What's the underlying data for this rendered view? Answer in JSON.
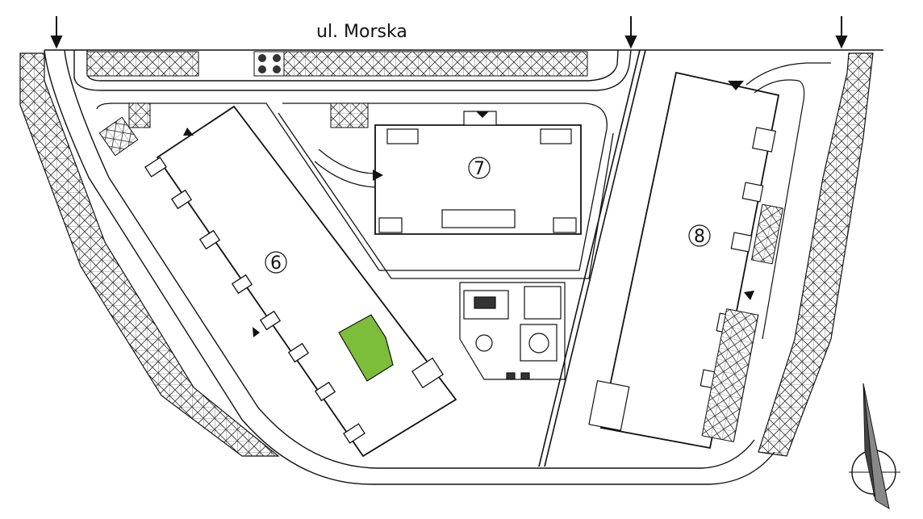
{
  "street": {
    "name": "ul. Morska"
  },
  "buildings": [
    {
      "id": "6",
      "label": "6"
    },
    {
      "id": "7",
      "label": "7"
    },
    {
      "id": "8",
      "label": "8"
    }
  ],
  "colors": {
    "highlighted_unit": "#7cbd3a",
    "line": "#111111",
    "background": "#ffffff"
  },
  "icons": [
    "entrance-arrow-icon",
    "compass-north-arrow-icon",
    "playground-icon"
  ]
}
